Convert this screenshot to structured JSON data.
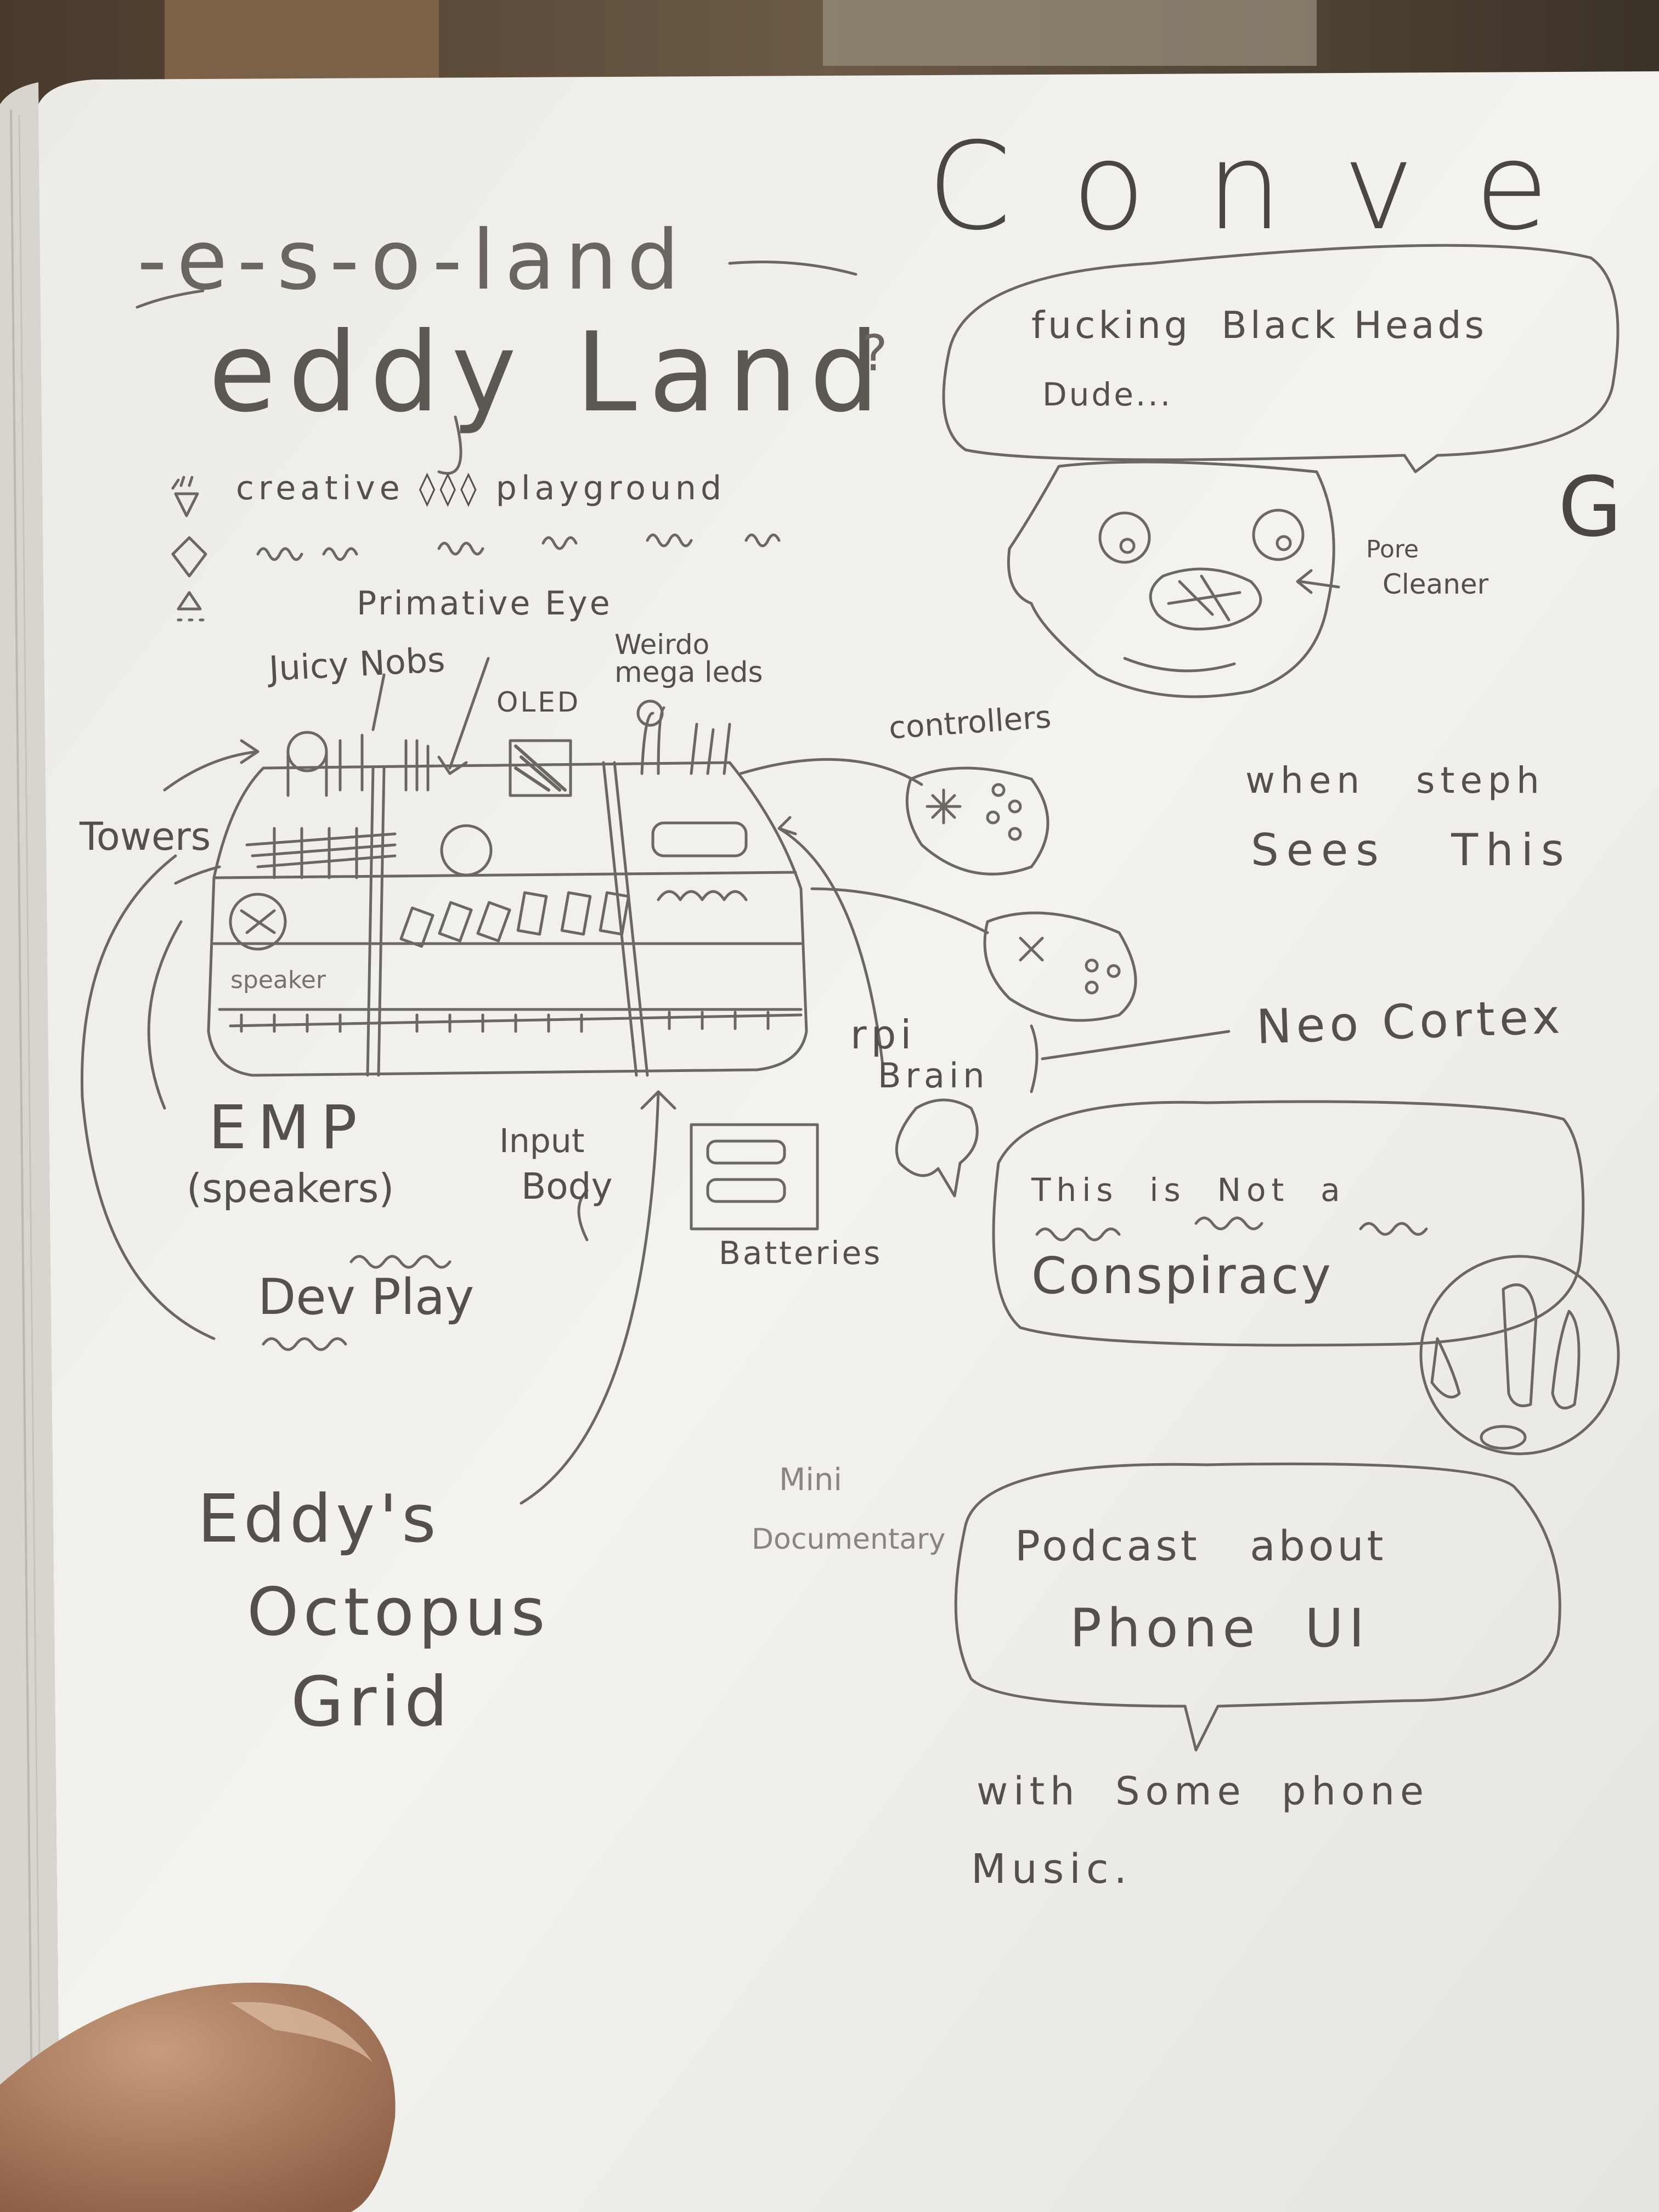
{
  "notes": {
    "title_top": "Conve",
    "eso_land": "-e-s-o-land",
    "eddy_land": "eddy Land",
    "question_mark": "?",
    "list_item_1": "creative ◊◊◊ playground",
    "list_item_3": "Primative Eye",
    "label_juicy_nobs": "Juicy Nobs",
    "label_oled": "OLED",
    "label_weirdo_mega_leds_line1": "Weirdo",
    "label_weirdo_mega_leds_line2": "mega leds",
    "label_towers": "Towers",
    "label_controllers": "controllers",
    "label_speaker": "speaker",
    "label_rpi_line1": "rpi",
    "label_rpi_line2": "Brain",
    "label_neo_cortex": "Neo Cortex",
    "label_emp_line1": "EMP",
    "label_emp_line2": "(speakers)",
    "label_input_body_line1": "Input",
    "label_input_body_line2": "Body",
    "label_batteries": "Batteries",
    "label_dev_play": "Dev Play",
    "eddys_octopus_grid_line1": "Eddy's",
    "eddys_octopus_grid_line2": "Octopus",
    "eddys_octopus_grid_line3": "Grid",
    "label_mini_documentary_line1": "Mini",
    "label_mini_documentary_line2": "Documentary",
    "bubble_1_line1": "fucking  Black Heads",
    "bubble_1_line2": "Dude...",
    "label_pore_cleaner_line1": "Pore",
    "label_pore_cleaner_line2": "Cleaner",
    "margin_letter_g": "G",
    "when_steph_line1": "when   steph",
    "when_steph_line2": "Sees   This",
    "bubble_2_line1": "This  is  Not  a",
    "bubble_2_line2": "Conspiracy",
    "bubble_3_line1": "Podcast   about",
    "bubble_3_line2": "Phone  UI",
    "with_music_line1": "with  Some  phone",
    "with_music_line2": "Music."
  },
  "colors": {
    "background_wall": "#3a3128",
    "paper": "#f1efea",
    "pencil": "#55504b",
    "thumb": "#b98a6b"
  }
}
